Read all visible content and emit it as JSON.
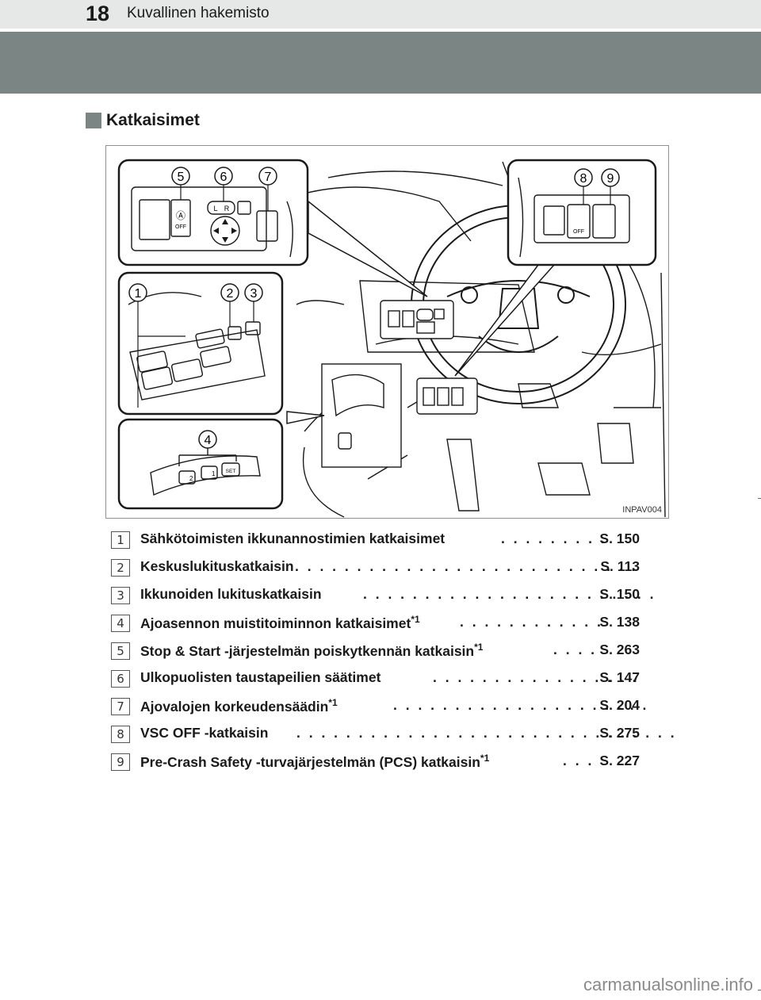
{
  "header": {
    "page_number": "18",
    "chapter_title": "Kuvallinen hakemisto"
  },
  "section": {
    "title": "Katkaisimet"
  },
  "figure": {
    "code": "INPAV004",
    "callouts": [
      "1",
      "2",
      "3",
      "4",
      "5",
      "6",
      "7",
      "8",
      "9"
    ],
    "switch_labels": {
      "auto_off": "OFF",
      "mirror_l": "L",
      "mirror_r": "R",
      "vsc_off": "OFF",
      "memory_2": "2",
      "memory_1": "1",
      "memory_set": "SET"
    }
  },
  "items": [
    {
      "num": "1",
      "label": "Sähkötoimisten ikkunannostimien katkaisimet",
      "sup": "",
      "dots": ". . . . . . . . .",
      "ref": "S. 150"
    },
    {
      "num": "2",
      "label": "Keskuslukituskatkaisin",
      "sup": "",
      "dots": ". . . . . . . . . . . . . . . . . . . . . . . . . . . .",
      "ref": "S. 113"
    },
    {
      "num": "3",
      "label": "Ikkunoiden lukituskatkaisin",
      "sup": "",
      "dots": ". . . . . . . . . . . . . . . . . . . . . . . .",
      "ref": "S. 150"
    },
    {
      "num": "4",
      "label": "Ajoasennon muistitoiminnon katkaisimet",
      "sup": "*1",
      "dots": ". . . . . . . . . . . .",
      "ref": "S. 138"
    },
    {
      "num": "5",
      "label": "Stop & Start -järjestelmän poiskytkennän katkaisin",
      "sup": "*1",
      "dots": ". . . .",
      "ref": "S. 263"
    },
    {
      "num": "6",
      "label": "Ulkopuolisten taustapeilien säätimet",
      "sup": "",
      "dots": ". . . . . . . . . . . . . . . . .",
      "ref": "S. 147"
    },
    {
      "num": "7",
      "label": "Ajovalojen korkeudensäädin",
      "sup": "*1",
      "dots": ". . . . . . . . . . . . . . . . . . . . .",
      "ref": "S. 204"
    },
    {
      "num": "8",
      "label": "VSC OFF -katkaisin",
      "sup": "",
      "dots": ". . . . . . . . . . . . . . . . . . . . . . . . . . . . . . .",
      "ref": "S. 275"
    },
    {
      "num": "9",
      "label": "Pre-Crash Safety -turvajärjestelmän (PCS) katkaisin",
      "sup": "*1",
      "dots": ". . .",
      "ref": "S. 227"
    }
  ],
  "footer": {
    "watermark": "carmanualsonline.info"
  }
}
